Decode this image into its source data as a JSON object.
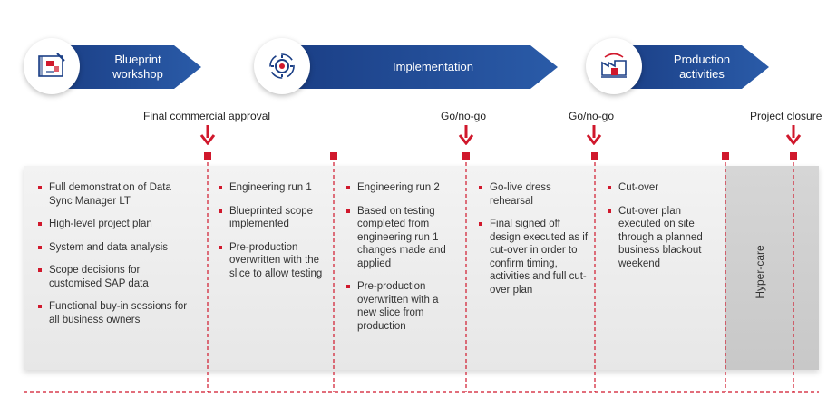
{
  "phases": [
    {
      "label": "Blueprint\nworkshop",
      "icon": "blueprint-icon"
    },
    {
      "label": "Implementation",
      "icon": "gear-cycle-icon"
    },
    {
      "label": "Production\nactivities",
      "icon": "factory-icon"
    }
  ],
  "milestones": [
    {
      "label": "Final commercial approval"
    },
    {
      "label": "Go/no-go"
    },
    {
      "label": "Go/no-go"
    },
    {
      "label": "Project closure"
    }
  ],
  "columns": [
    {
      "items": [
        "Full demonstration of Data Sync Manager LT",
        "High-level project plan",
        "System and data analysis",
        "Scope decisions for customised SAP data",
        "Functional buy-in sessions for all business owners"
      ]
    },
    {
      "items": [
        "Engineering run 1",
        "Blueprinted scope implemented",
        "Pre-production overwritten with the slice to allow testing"
      ]
    },
    {
      "items": [
        "Engineering run 2",
        "Based on testing completed from engineering run 1 changes made and applied",
        "Pre-production overwritten with a new slice from production"
      ]
    },
    {
      "items": [
        "Go-live dress rehearsal",
        "Final signed off design executed as if cut-over in order to confirm timing, activities and full cut-over plan"
      ]
    },
    {
      "items": [
        "Cut-over",
        "Cut-over plan executed on site through a planned business blackout weekend"
      ]
    }
  ],
  "hyper_care": "Hyper-care",
  "colors": {
    "accent_red": "#d0182c",
    "phase_blue": "#1b3f86"
  }
}
